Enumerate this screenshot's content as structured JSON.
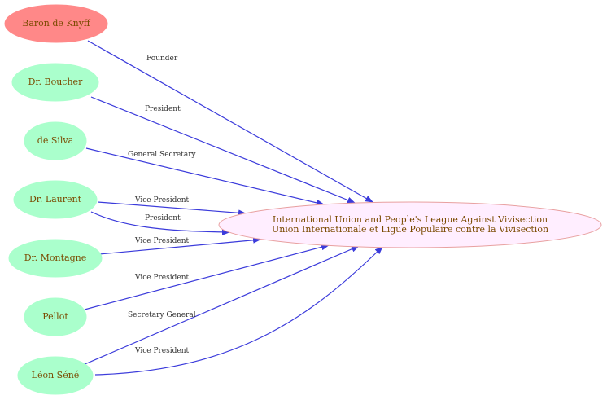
{
  "colors": {
    "person_fill": "#aaffcc",
    "founder_fill": "#ff8888",
    "org_fill": "#ffeeff",
    "org_stroke": "#e8a0a0",
    "label_text": "#7a4a00",
    "edge": "#3b3bdb"
  },
  "org": {
    "line1": "International Union and People's League Against Vivisection",
    "line2": "Union Internationale et Ligue Populaire contre la Vivisection"
  },
  "people": [
    {
      "id": "knyff",
      "name": "Baron de Knyff",
      "kind": "founder"
    },
    {
      "id": "boucher",
      "name": "Dr. Boucher",
      "kind": "person"
    },
    {
      "id": "silva",
      "name": "de Silva",
      "kind": "person"
    },
    {
      "id": "laurent",
      "name": "Dr. Laurent",
      "kind": "person"
    },
    {
      "id": "montagne",
      "name": "Dr. Montagne",
      "kind": "person"
    },
    {
      "id": "pellot",
      "name": "Pellot",
      "kind": "person"
    },
    {
      "id": "sene",
      "name": "Léon Séné",
      "kind": "person"
    }
  ],
  "edges": [
    {
      "from": "knyff",
      "role": "Founder"
    },
    {
      "from": "boucher",
      "role": "President"
    },
    {
      "from": "silva",
      "role": "General Secretary"
    },
    {
      "from": "laurent",
      "role": "Vice President"
    },
    {
      "from": "laurent",
      "role": "President"
    },
    {
      "from": "montagne",
      "role": "Vice President"
    },
    {
      "from": "pellot",
      "role": "Vice President"
    },
    {
      "from": "sene",
      "role": "Secretary General"
    },
    {
      "from": "sene",
      "role": "Vice President"
    }
  ]
}
